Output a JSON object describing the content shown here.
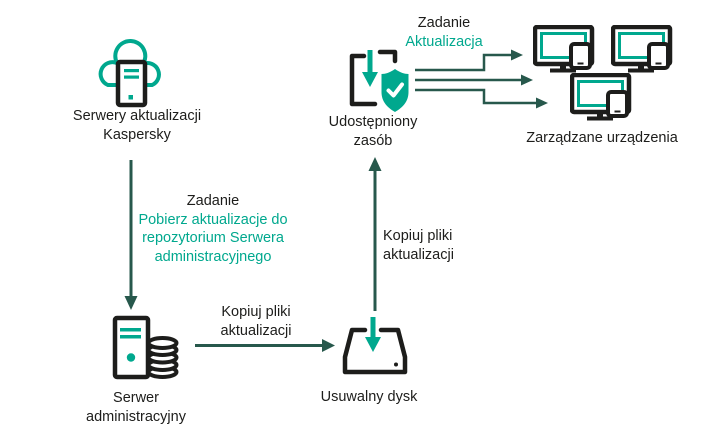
{
  "colors": {
    "accent": "#00a88e",
    "arrow": "#27584c",
    "ink": "#1d1d1b",
    "bg": "#ffffff"
  },
  "nodes": {
    "update_servers": {
      "line1": "Serwery aktualizacji",
      "line2": "Kaspersky",
      "icon": "cloud-server-icon"
    },
    "admin_server": {
      "line1": "Serwer",
      "line2": "administracyjny",
      "icon": "server-database-icon"
    },
    "removable_disk": {
      "label": "Usuwalny dysk",
      "icon": "removable-disk-icon"
    },
    "shared_resource": {
      "line1": "Udostępniony",
      "line2": "zasób",
      "icon": "shared-folder-shield-icon"
    },
    "managed_devices": {
      "label": "Zarządzane urządzenia",
      "icon": "monitor-phone-icon",
      "device_count": 3
    }
  },
  "labels": {
    "download_task": {
      "title": "Zadanie",
      "line1": "Pobierz aktualizacje do",
      "line2": "repozytorium Serwera",
      "line3": "administracyjnego"
    },
    "update_task": {
      "title": "Zadanie",
      "subtitle": "Aktualizacja"
    },
    "copy_files_horizontal": {
      "line1": "Kopiuj pliki",
      "line2": "aktualizacji"
    },
    "copy_files_vertical": {
      "line1": "Kopiuj pliki",
      "line2": "aktualizacji"
    }
  }
}
